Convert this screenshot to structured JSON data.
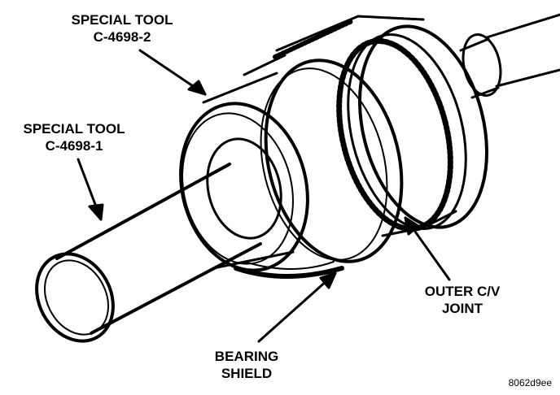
{
  "labels": {
    "special_tool_2": {
      "line1": "SPECIAL TOOL",
      "line2": "C-4698-2"
    },
    "special_tool_1": {
      "line1": "SPECIAL TOOL",
      "line2": "C-4698-1"
    },
    "outer_cv_joint": {
      "line1": "OUTER C/V",
      "line2": "JOINT"
    },
    "bearing_shield": {
      "line1": "BEARING",
      "line2": "SHIELD"
    }
  },
  "reference_code": "8062d9ee",
  "colors": {
    "ink": "#000000",
    "paper": "#ffffff"
  }
}
